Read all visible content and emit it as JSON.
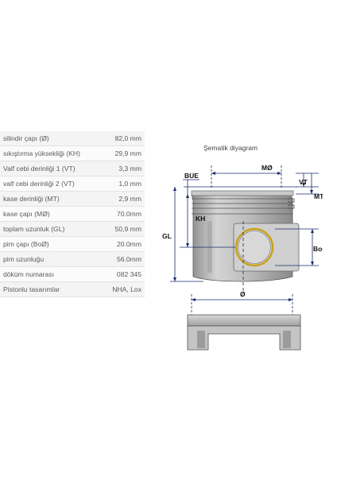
{
  "specs": [
    {
      "label": "silindir çapı (Ø)",
      "value": "82,0 mm"
    },
    {
      "label": "sıkıştırma yüksekliği (KH)",
      "value": "29,9 mm"
    },
    {
      "label": "Valf cebi derinliği 1 (VT)",
      "value": "3,3 mm"
    },
    {
      "label": "valf cebi derinliği 2 (VT)",
      "value": "1,0 mm"
    },
    {
      "label": "kase derinliği (MT)",
      "value": "2,9 mm"
    },
    {
      "label": "kase çapı (MØ)",
      "value": "70.0mm"
    },
    {
      "label": "toplam uzunluk (GL)",
      "value": "50,9 mm"
    },
    {
      "label": "pim çapı (BoØ)",
      "value": "20.0mm"
    },
    {
      "label": "pim uzunluğu",
      "value": "56.0mm"
    },
    {
      "label": "döküm numarası",
      "value": "082 345"
    },
    {
      "label": "Pistonlu tasarımlar",
      "value": "NHA, Lox"
    }
  ],
  "diagram": {
    "title": "Şematik diyagram",
    "labels": {
      "bue": "BUE",
      "mo": "MØ",
      "vt": "VT",
      "mt": "MT",
      "kh": "KH",
      "gl": "GL",
      "boo": "BoØ",
      "dia": "Ø"
    },
    "colors": {
      "dimension": "#1a2a6c",
      "piston": "#b8b8b8",
      "pin_ring": "#c9a21a"
    }
  }
}
